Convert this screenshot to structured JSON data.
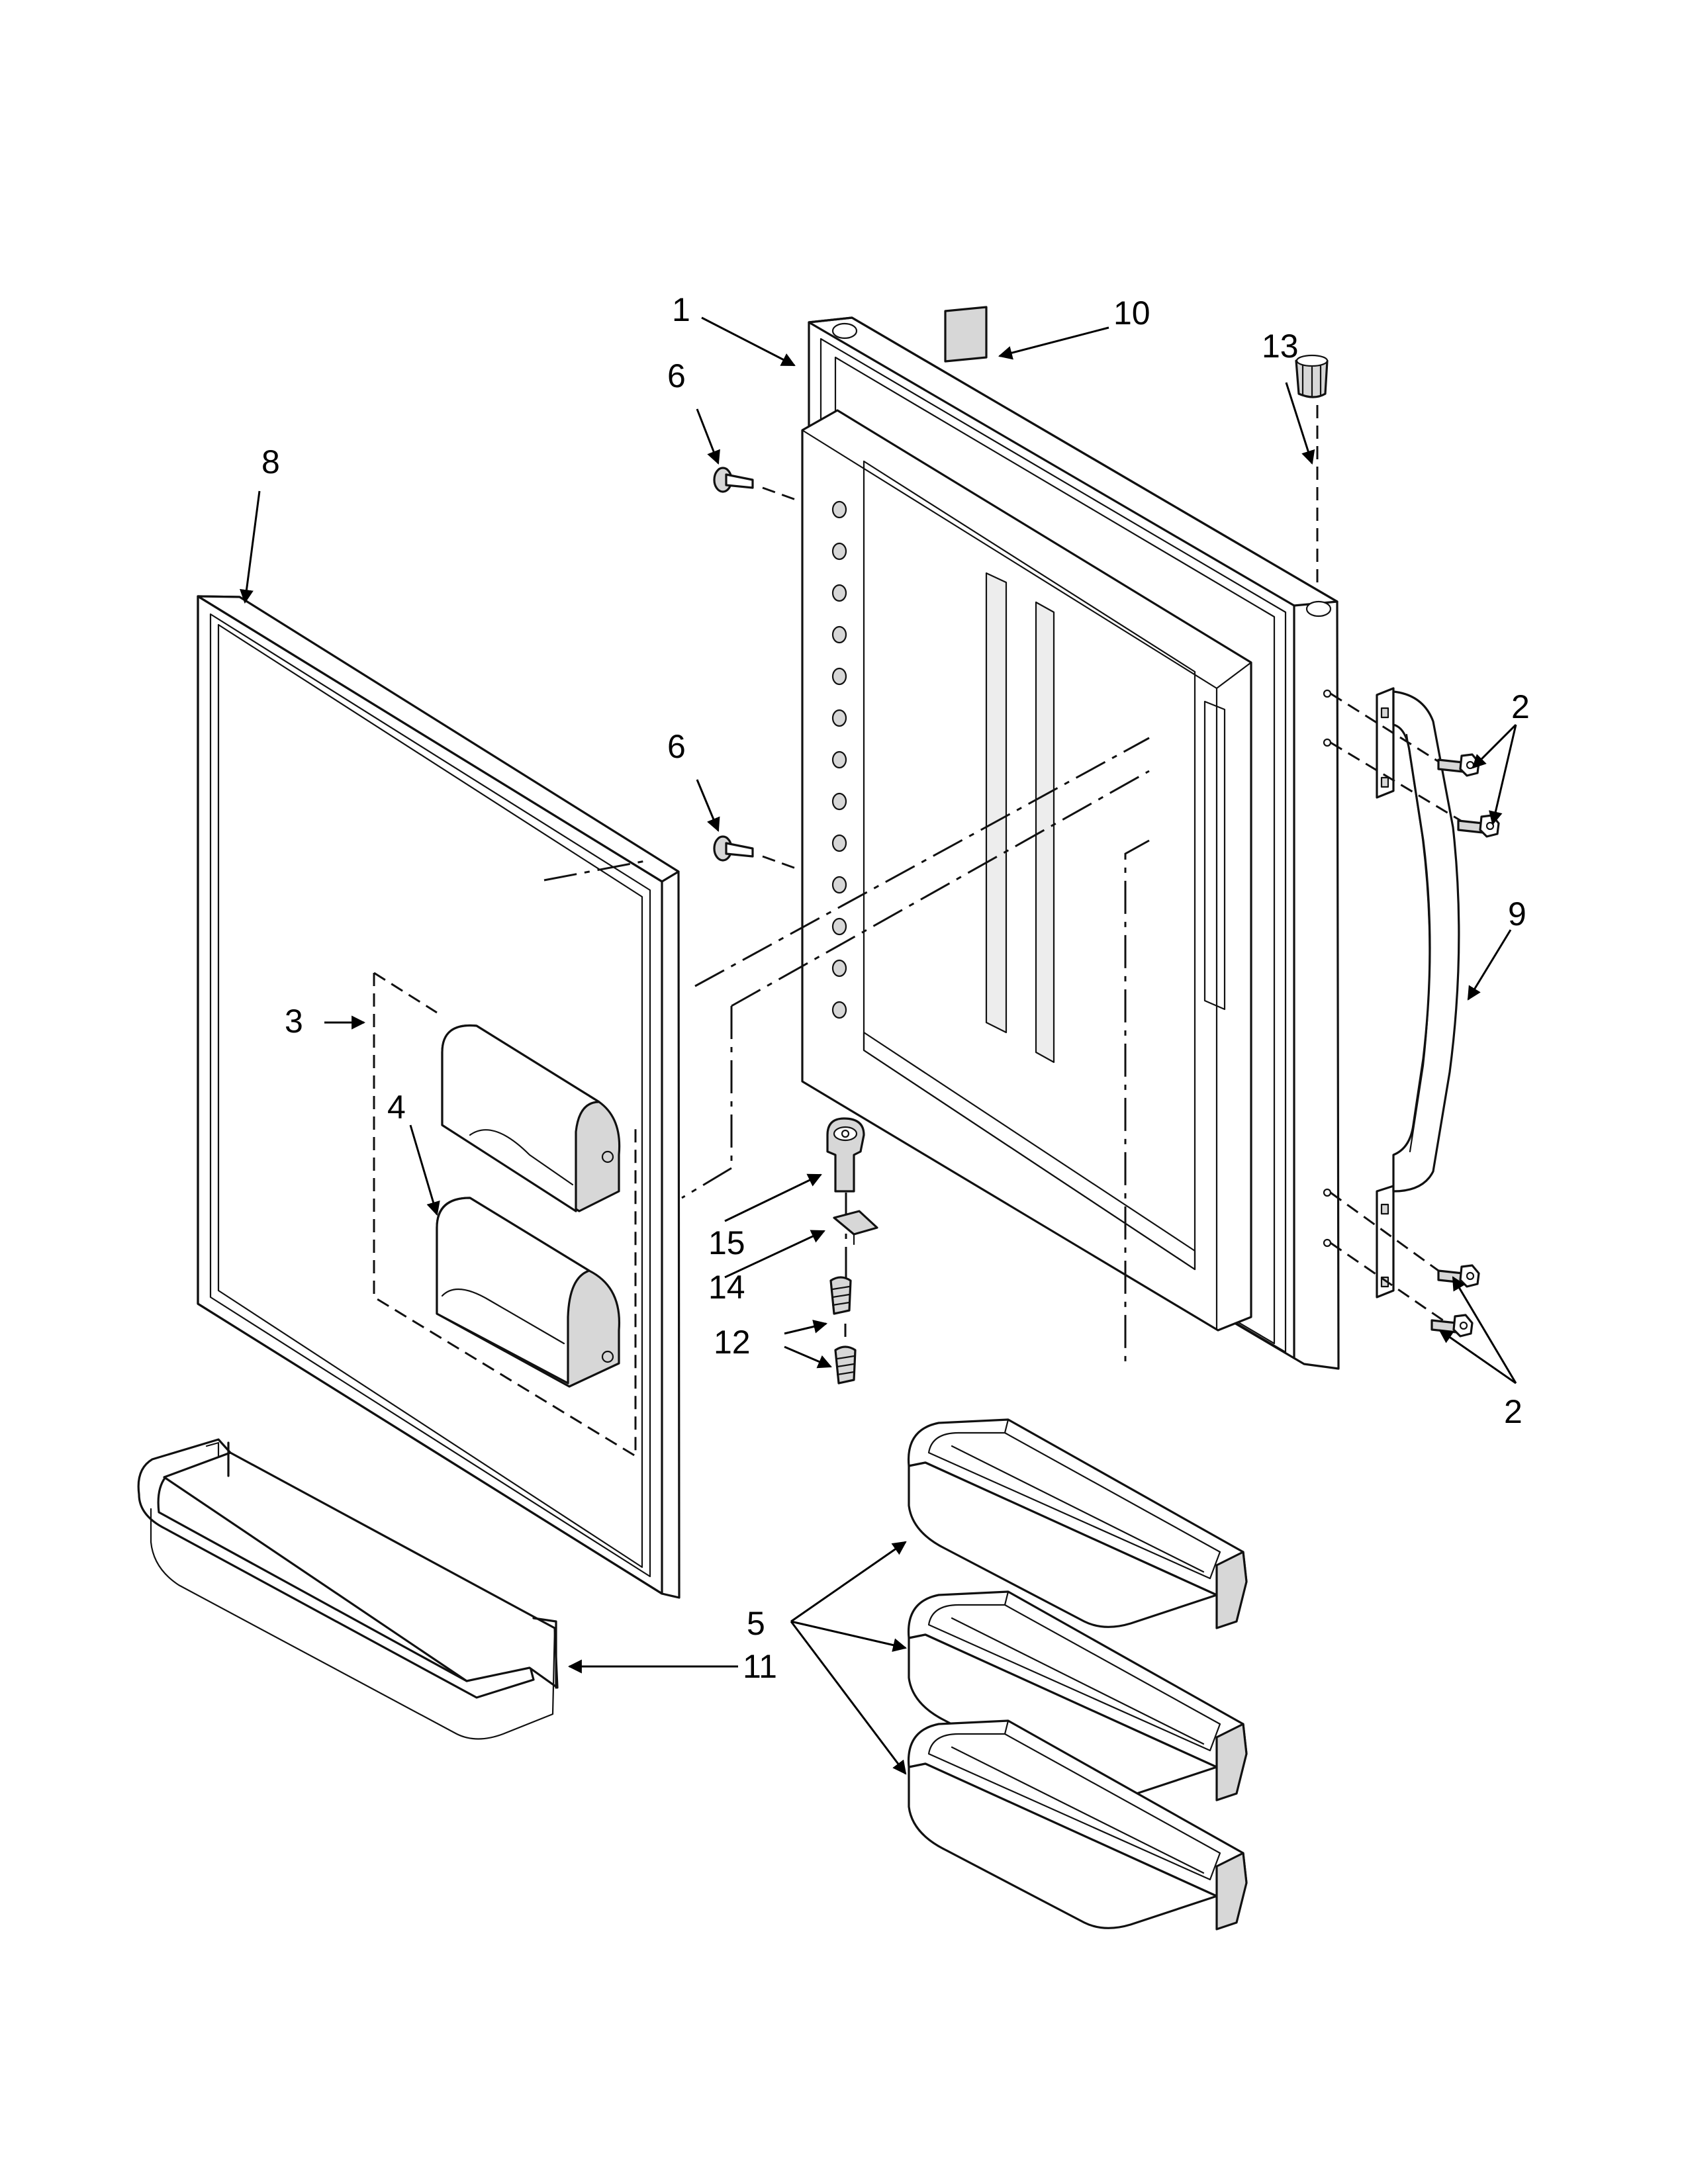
{
  "diagram": {
    "callouts": {
      "c1": "1",
      "c2a": "2",
      "c2b": "2",
      "c3": "3",
      "c4": "4",
      "c5": "5",
      "c6a": "6",
      "c6b": "6",
      "c8": "8",
      "c9": "9",
      "c10": "10",
      "c11": "11",
      "c12": "12",
      "c13": "13",
      "c14": "14",
      "c15": "15"
    },
    "parts": [
      {
        "id": "door-outer-panel",
        "callout": "8",
        "icon": "door-panel-icon"
      },
      {
        "id": "door-liner-assembly",
        "callout": "1",
        "icon": "door-liner-icon"
      },
      {
        "id": "handle",
        "callout": "9",
        "icon": "handle-icon"
      },
      {
        "id": "dairy-cover",
        "callout": "3",
        "icon": "dairy-cover-icon"
      },
      {
        "id": "dairy-bin",
        "callout": "4",
        "icon": "dairy-bin-icon"
      },
      {
        "id": "door-shelf-bins",
        "callout": "5",
        "icon": "shelf-bin-icon"
      },
      {
        "id": "door-bin-bottom",
        "callout": "11",
        "icon": "bottom-bin-icon"
      },
      {
        "id": "screws",
        "callout": "2",
        "icon": "screw-icon"
      },
      {
        "id": "door-stops",
        "callout": "6",
        "icon": "door-stop-icon"
      },
      {
        "id": "label",
        "callout": "10",
        "icon": "label-icon"
      },
      {
        "id": "hinge-bushing",
        "callout": "13",
        "icon": "bushing-icon"
      },
      {
        "id": "hinge-pin",
        "callout": "15",
        "icon": "hinge-pin-icon"
      },
      {
        "id": "closure-spring",
        "callout": "14",
        "icon": "spring-clip-icon"
      },
      {
        "id": "hinge-screws",
        "callout": "12",
        "icon": "screw-icon"
      }
    ]
  }
}
